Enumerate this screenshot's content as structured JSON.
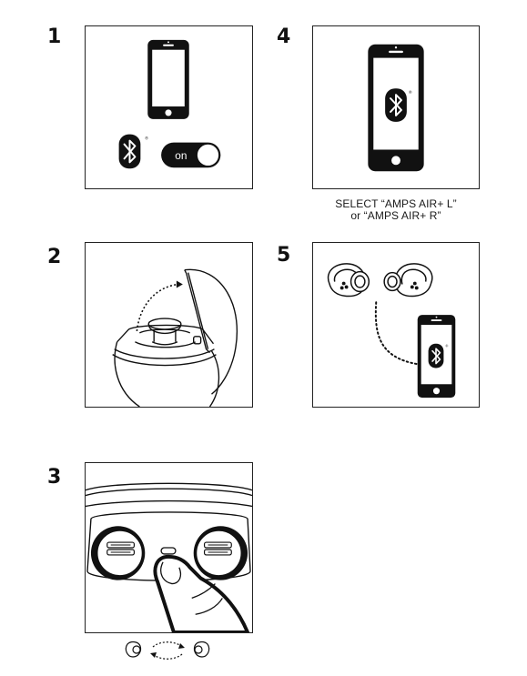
{
  "steps": [
    {
      "number": "1"
    },
    {
      "number": "2"
    },
    {
      "number": "3"
    },
    {
      "number": "4",
      "caption_line1": "SELECT “AMPS AIR+ L”",
      "caption_line2": "or “AMPS AIR+ R”"
    },
    {
      "number": "5"
    }
  ],
  "step1": {
    "toggle_label": "on",
    "registered_mark": "®"
  },
  "step4": {
    "registered_mark": "®"
  },
  "step5": {
    "registered_mark": "®"
  },
  "icons": {
    "phone": "smartphone-icon",
    "bluetooth": "bluetooth-icon",
    "toggle": "toggle-switch-icon",
    "case": "charging-case-icon",
    "earbud": "earbud-icon",
    "finger": "finger-press-icon",
    "swap": "swap-arrows-icon"
  },
  "colors": {
    "ink": "#111111",
    "toggle_fill": "#111111",
    "background": "#ffffff"
  }
}
